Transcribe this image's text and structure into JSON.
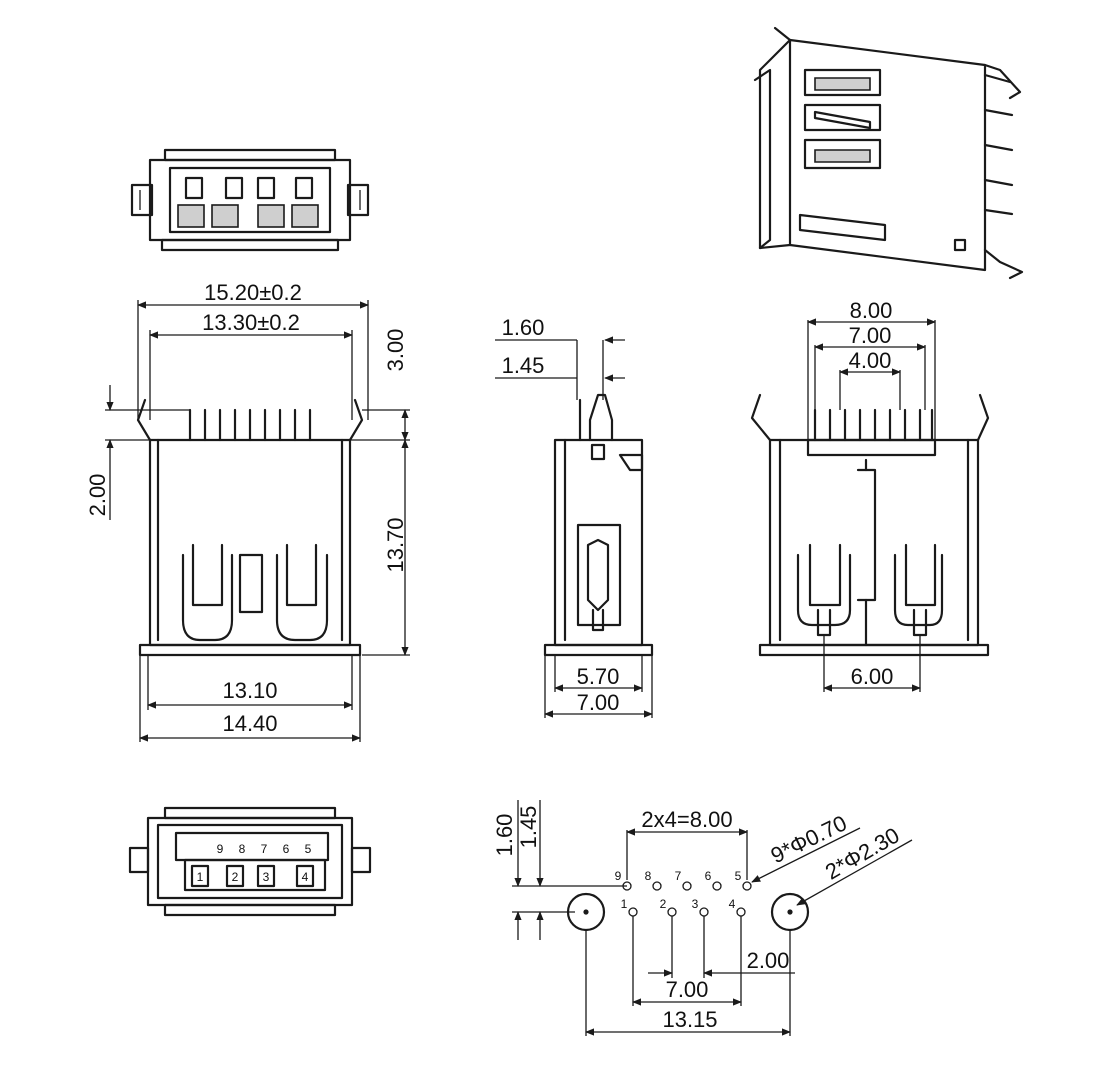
{
  "dimensions": {
    "width_outer": "15.20±0.2",
    "width_inner": "13.30±0.2",
    "pin_top": "3.00",
    "pin_len": "2.00",
    "height": "13.70",
    "base_inner": "13.10",
    "base_outer": "14.40",
    "side_lead_outer": "1.60",
    "side_lead_inner": "1.45",
    "side_inner": "5.70",
    "side_outer": "7.00",
    "rear_outer": "8.00",
    "rear_mid": "7.00",
    "rear_inner": "4.00",
    "rear_shell": "6.00",
    "fp_row_a": "1.60",
    "fp_row_b": "1.45",
    "fp_pitch": "2x4=8.00",
    "fp_pin_hole": "9*Φ0.70",
    "fp_peg_hole": "2*Φ2.30",
    "fp_2": "2.00",
    "fp_7": "7.00",
    "fp_1315": "13.15"
  },
  "front_pins": {
    "top_row": [
      "9",
      "8",
      "7",
      "6",
      "5"
    ],
    "bottom_row": [
      "1",
      "2",
      "3",
      "4"
    ]
  },
  "footprint_pins": {
    "top_row": [
      "9",
      "8",
      "7",
      "6",
      "5"
    ],
    "bottom_row": [
      "1",
      "2",
      "3",
      "4"
    ]
  }
}
